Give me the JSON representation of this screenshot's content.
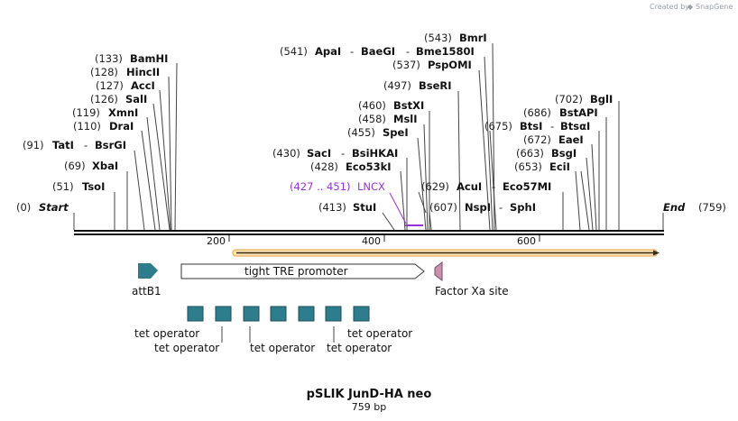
{
  "credit": {
    "prefix": "Created by",
    "brand": "SnapGene"
  },
  "title": "pSLIK JunD-HA neo",
  "subtitle": "759 bp",
  "ends": {
    "start_pos": "(0)",
    "start_label": "Start",
    "end_label": "End",
    "end_pos": "(759)"
  },
  "ruler": [
    "200",
    "400",
    "600"
  ],
  "sites": [
    {
      "pos": "(51)",
      "name": "TsoI"
    },
    {
      "pos": "(69)",
      "name": "XbaI"
    },
    {
      "pos": "(91)",
      "name": "TatI",
      "alt": "BsrGI"
    },
    {
      "pos": "(110)",
      "name": "DraI"
    },
    {
      "pos": "(119)",
      "name": "XmnI"
    },
    {
      "pos": "(126)",
      "name": "SalI"
    },
    {
      "pos": "(127)",
      "name": "AccI"
    },
    {
      "pos": "(128)",
      "name": "HincII"
    },
    {
      "pos": "(133)",
      "name": "BamHI"
    },
    {
      "pos": "(413)",
      "name": "StuI"
    },
    {
      "pos": "(428)",
      "name": "Eco53kI"
    },
    {
      "pos": "(430)",
      "name": "SacI",
      "alt": "BsiHKAI"
    },
    {
      "pos": "(455)",
      "name": "SpeI"
    },
    {
      "pos": "(458)",
      "name": "MslI"
    },
    {
      "pos": "(460)",
      "name": "BstXI"
    },
    {
      "pos": "(497)",
      "name": "BseRI"
    },
    {
      "pos": "(537)",
      "name": "PspOMI"
    },
    {
      "pos": "(541)",
      "name": "ApaI",
      "alt": "BaeGI",
      "alt2": "Bme1580I"
    },
    {
      "pos": "(543)",
      "name": "BmrI"
    },
    {
      "pos": "(607)",
      "name": "NspI",
      "alt": "SphI"
    },
    {
      "pos": "(629)",
      "name": "AcuI",
      "alt": "Eco57MI"
    },
    {
      "pos": "(653)",
      "name": "EciI"
    },
    {
      "pos": "(663)",
      "name": "BsgI"
    },
    {
      "pos": "(672)",
      "name": "EaeI"
    },
    {
      "pos": "(675)",
      "name": "BtsI",
      "alt": "BtsαI"
    },
    {
      "pos": "(686)",
      "name": "BstAPI"
    },
    {
      "pos": "(702)",
      "name": "BglI"
    }
  ],
  "primer": {
    "range": "(427 .. 451)",
    "name": "LNCX",
    "color": "#9b30d9"
  },
  "features": {
    "attB1": "attB1",
    "tre": "tight TRE promoter",
    "xa": "Factor Xa site",
    "operators": [
      "tet operator",
      "tet operator",
      "tet operator",
      "tet operator",
      "tet operator",
      "tet operator"
    ]
  },
  "colors": {
    "teal": "#2e7d8c",
    "orf": "#e8a33d",
    "xa": "#c792b0",
    "primer": "#9b30d9"
  }
}
